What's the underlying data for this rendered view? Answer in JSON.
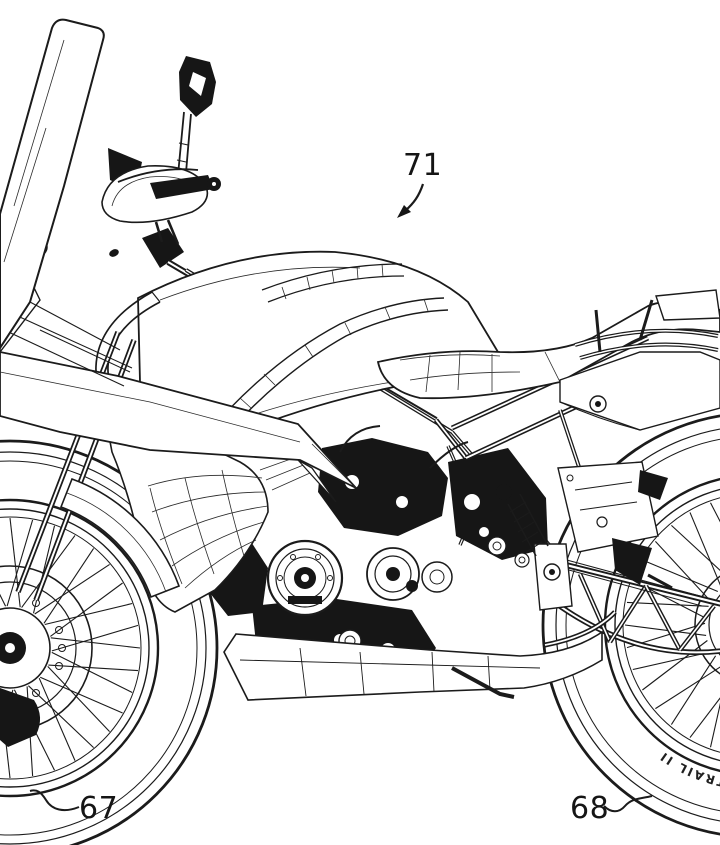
{
  "figure": {
    "background_color": "#ffffff",
    "line_color": "#1b1b1b",
    "kind": "patent-line-drawing"
  },
  "reference_labels": {
    "motorcycle": "71",
    "front_wheel": "67",
    "rear_wheel": "68"
  },
  "rear_tire_sidewall_text": "TRAIL II"
}
